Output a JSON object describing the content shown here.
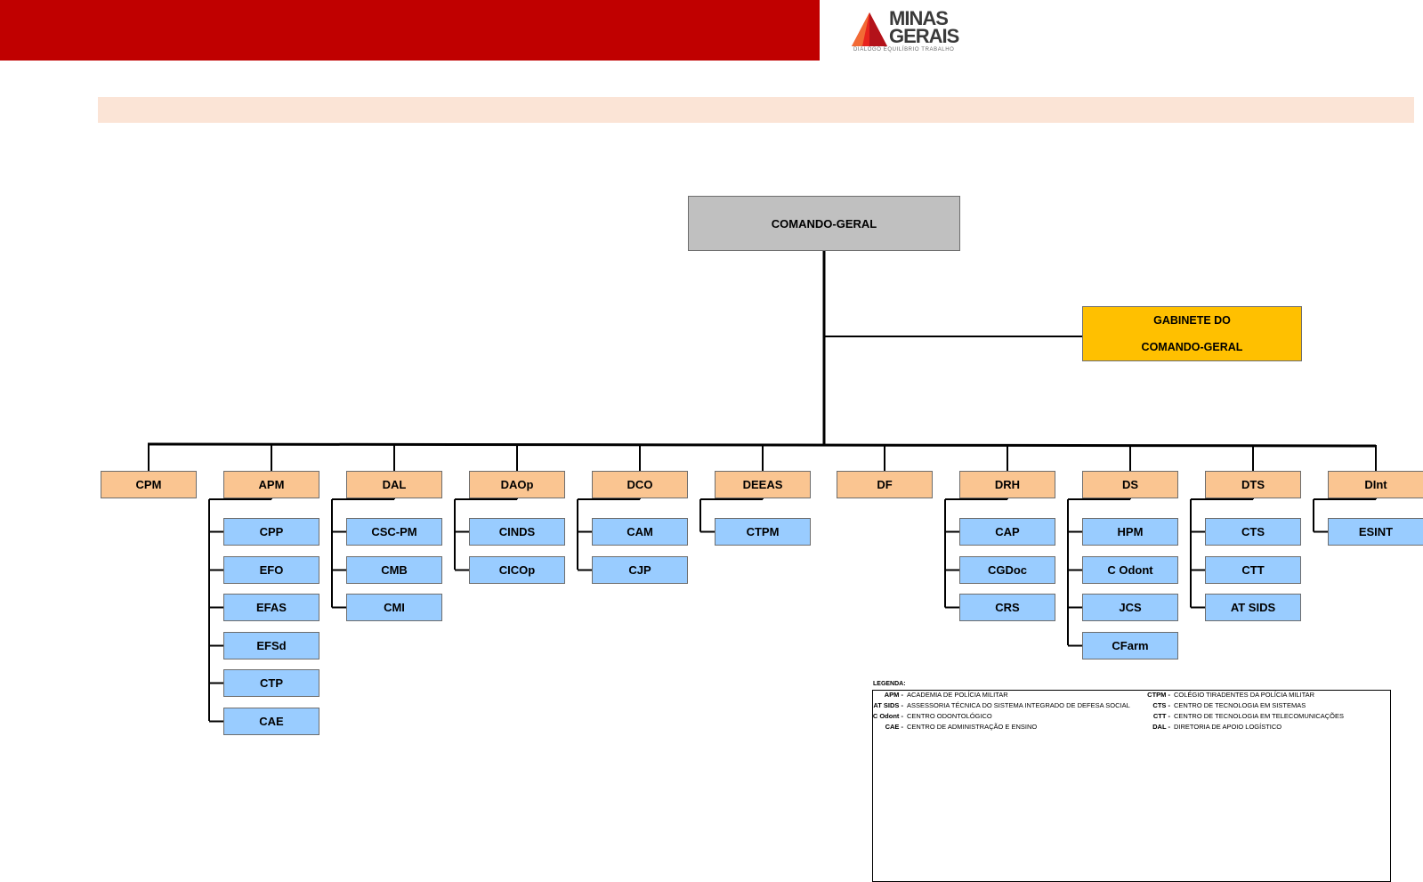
{
  "header": {
    "brand_color": "#c00000",
    "logo_line1": "MINAS",
    "logo_line2": "GERAIS",
    "logo_tagline": "DIÁLOGO  EQUILÍBRIO  TRABALHO"
  },
  "title_band": {
    "color": "#fbe4d6"
  },
  "colors": {
    "root": "#c0c0c0",
    "gabinete": "#ffc000",
    "directorate": "#fac591",
    "unit": "#99ccff"
  },
  "org": {
    "root": "COMANDO-GERAL",
    "gabinete_line1": "GABINETE DO",
    "gabinete_line2": "COMANDO-GERAL",
    "directorates": [
      {
        "label": "CPM",
        "units": []
      },
      {
        "label": "APM",
        "units": [
          "CPP",
          "EFO",
          "EFAS",
          "EFSd",
          "CTP",
          "CAE"
        ]
      },
      {
        "label": "DAL",
        "units": [
          "CSC-PM",
          "CMB",
          "CMI"
        ]
      },
      {
        "label": "DAOp",
        "units": [
          "CINDS",
          "CICOp"
        ]
      },
      {
        "label": "DCO",
        "units": [
          "CAM",
          "CJP"
        ]
      },
      {
        "label": "DEEAS",
        "units": [
          "CTPM"
        ]
      },
      {
        "label": "DF",
        "units": []
      },
      {
        "label": "DRH",
        "units": [
          "CAP",
          "CGDoc",
          "CRS"
        ]
      },
      {
        "label": "DS",
        "units": [
          "HPM",
          "C Odont",
          "JCS",
          "CFarm"
        ]
      },
      {
        "label": "DTS",
        "units": [
          "CTS",
          "CTT",
          "AT SIDS"
        ]
      },
      {
        "label": "DInt",
        "units": [
          "ESINT"
        ]
      }
    ]
  },
  "legend": {
    "title": "LEGENDA:",
    "left": [
      {
        "abbr": "APM -",
        "def": "ACADEMIA DE POLÍCIA MILITAR"
      },
      {
        "abbr": "AT SIDS -",
        "def": "ASSESSORIA TÉCNICA DO SISTEMA INTEGRADO DE DEFESA SOCIAL"
      },
      {
        "abbr": "C Odont -",
        "def": "CENTRO ODONTOLÓGICO"
      },
      {
        "abbr": "CAE -",
        "def": "CENTRO DE ADMINISTRAÇÃO E ENSINO"
      }
    ],
    "right": [
      {
        "abbr": "CTPM -",
        "def": "COLÉGIO TIRADENTES DA POLÍCIA MILITAR"
      },
      {
        "abbr": "CTS -",
        "def": "CENTRO DE TECNOLOGIA EM SISTEMAS"
      },
      {
        "abbr": "CTT -",
        "def": "CENTRO DE TECNOLOGIA EM TELECOMUNICAÇÕES"
      },
      {
        "abbr": "DAL -",
        "def": "DIRETORIA DE APOIO LOGÍSTICO"
      }
    ]
  }
}
